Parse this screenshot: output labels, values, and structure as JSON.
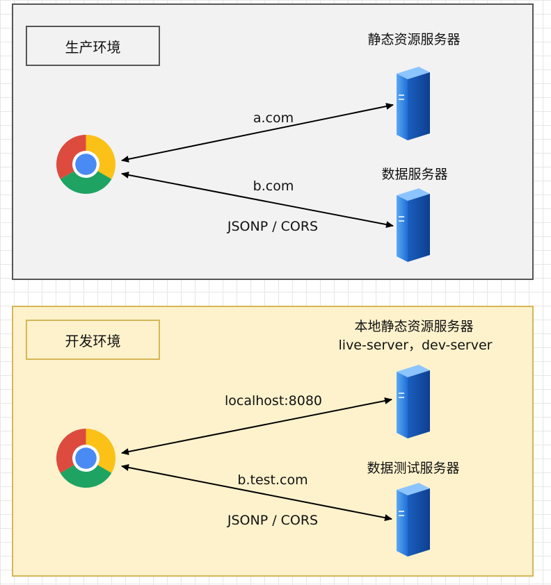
{
  "production": {
    "label": "生产环境",
    "static_server_title": "静态资源服务器",
    "data_server_title": "数据服务器",
    "static_link": "a.com",
    "data_link": "b.com",
    "data_protocol": "JSONP / CORS"
  },
  "development": {
    "label": "开发环境",
    "static_server_title": "本地静态资源服务器",
    "static_server_subtitle": "live-server，dev-server",
    "data_server_title": "数据测试服务器",
    "static_link": "localhost:8080",
    "data_link": "b.test.com",
    "data_protocol": "JSONP / CORS"
  },
  "icons": {
    "browser": "chrome-icon",
    "server": "server-icon"
  },
  "colors": {
    "prod_panel_bg": "#f2f2f2",
    "dev_panel_bg": "#fdf2cc",
    "dev_panel_border": "#d6b656",
    "server_blue": "#1f6fd6"
  }
}
